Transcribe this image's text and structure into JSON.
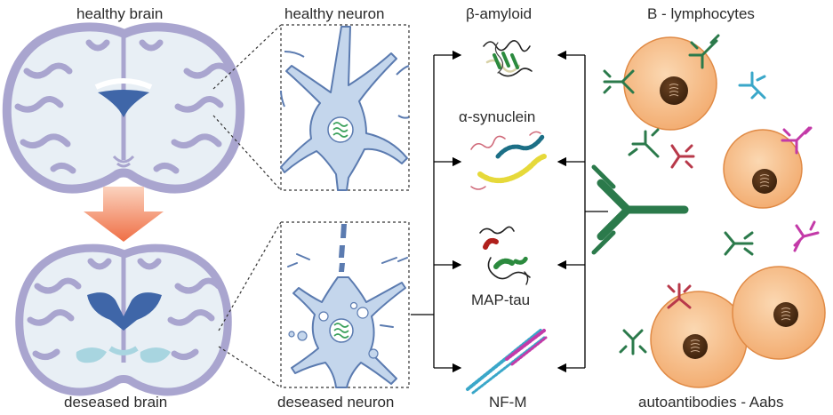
{
  "labels": {
    "healthy_brain": "healthy brain",
    "deseased_brain": "deseased brain",
    "healthy_neuron": "healthy neuron",
    "deseased_neuron": "deseased neuron",
    "beta_amyloid": "β-amyloid",
    "alpha_synuclein": "α-synuclein",
    "map_tau": "MAP-tau",
    "nf_m": "NF-M",
    "b_lymphocytes": "B - lymphocytes",
    "autoantibodies": "autoantibodies - Aabs"
  },
  "colors": {
    "brain_fill": "#e8eff5",
    "brain_outline": "#a9a5cf",
    "ventricle_dark": "#3f66a8",
    "ventricle_light": "#a8d5e0",
    "neuron_fill": "#c4d6ec",
    "neuron_outline": "#5b7bb0",
    "arrow_orange": "#f08050",
    "cell_fill": "#f7c08f",
    "cell_outline": "#e08a45",
    "nucleus": "#4d2e13",
    "antibody_green": "#2b7a4b",
    "antibody_red": "#b8394a",
    "antibody_teal": "#3aa7c9",
    "antibody_magenta": "#c33aa8"
  }
}
